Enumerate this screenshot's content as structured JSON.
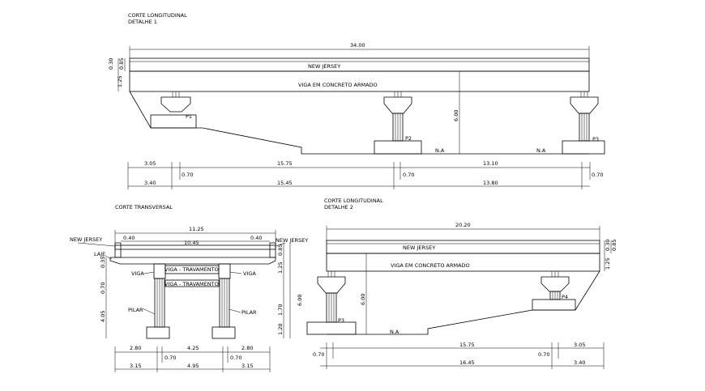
{
  "section1": {
    "title": "CORTE LONGITUDINAL",
    "subtitle": "DETALHE 1",
    "total_length": "34.00",
    "new_jersey": "NEW JERSEY",
    "beam": "VIGA EM CONCRETO ARMADO",
    "dim_left_top": "0.30",
    "dim_left_top2": "0.85",
    "dim_left_mid": "1.25",
    "height": "6.00",
    "na": "N.A",
    "piers": [
      "P1",
      "P2",
      "P3"
    ],
    "row1": [
      "3.05",
      "15.75",
      "13.10"
    ],
    "gaps": [
      "0.70",
      "0.70",
      "0.70"
    ],
    "row2": [
      "3.40",
      "15.45",
      "13.80"
    ]
  },
  "section2": {
    "title": "CORTE TRANSVERSAL",
    "total_width": "11.25",
    "inner_width": "10.45",
    "edge_left": "0.40",
    "edge_right": "0.40",
    "new_jersey_left": "NEW JERSEY",
    "new_jersey_right": "NEW JERSEY",
    "laje": "LAJE",
    "viga_left": "VIGA",
    "viga_right": "VIGA",
    "travamento_top": "VIGA - TRAVAMENTO",
    "travamento_bottom": "VIGA - TRAVAMENTO",
    "pilar_left": "PILAR",
    "pilar_right": "PILAR",
    "left_dims": [
      "0.35",
      "0.70",
      "4.05"
    ],
    "right_dims": [
      "0.85",
      "1.25",
      "1.70",
      "1.20"
    ],
    "height": "6.00",
    "row1": [
      "2.80",
      "4.25",
      "2.80"
    ],
    "gaps": [
      "0.70",
      "0.70"
    ],
    "row2": [
      "3.15",
      "4.95",
      "3.15"
    ]
  },
  "section3": {
    "title": "CORTE LONGITUDINAL",
    "subtitle": "DETALHE 2",
    "total_length": "20.20",
    "new_jersey": "NEW JERSEY",
    "beam": "VIGA EM CONCRETO ARMADO",
    "dim_right_top": "0.30",
    "dim_right_top2": "0.85",
    "dim_right_mid": "1.25",
    "height": "6.00",
    "na": "N.A",
    "piers": [
      "P3",
      "P4"
    ],
    "row1": [
      "15.75",
      "3.05"
    ],
    "gaps": [
      "0.70",
      "0.70"
    ],
    "row2": [
      "16.45",
      "3.40"
    ]
  }
}
